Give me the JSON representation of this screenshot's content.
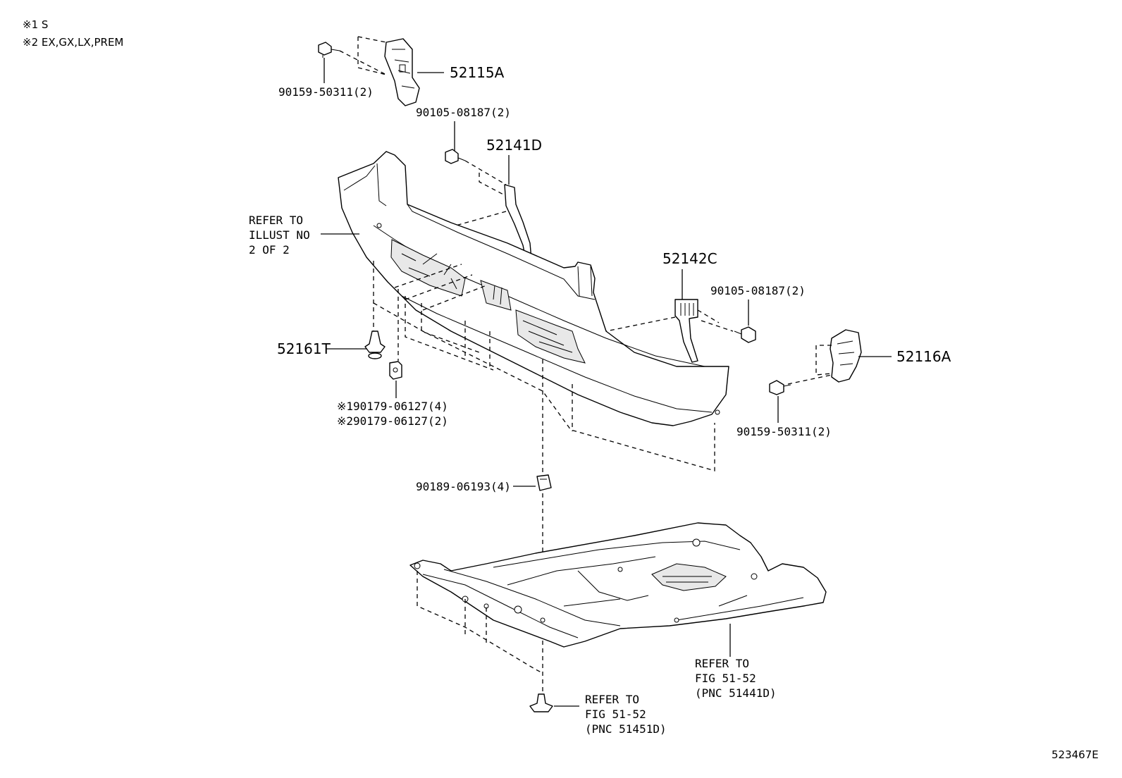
{
  "notes": {
    "note1": "※1 S",
    "note2": "※2 EX,GX,LX,PREM"
  },
  "labels": {
    "p52115A": "52115A",
    "bolt_top": "90159-50311(2)",
    "clip_top": "90105-08187(2)",
    "p52141D": "52141D",
    "refer_illust_1": "REFER TO",
    "refer_illust_2": "ILLUST NO",
    "refer_illust_3": "2 OF 2",
    "p52142C": "52142C",
    "clip_right": "90105-08187(2)",
    "p52161T": "52161T",
    "p52116A": "52116A",
    "bolt_right": "90159-50311(2)",
    "nut_1": "※190179-06127(4)",
    "nut_2": "※290179-06127(2)",
    "clip_bottom": "90189-06193(4)",
    "refer_fig_a1": "REFER TO",
    "refer_fig_a2": "FIG 51-52",
    "refer_fig_a3": "(PNC 51441D)",
    "refer_fig_b1": "REFER TO",
    "refer_fig_b2": "FIG 51-52",
    "refer_fig_b3": "(PNC 51451D)",
    "figure_id": "523467E"
  }
}
